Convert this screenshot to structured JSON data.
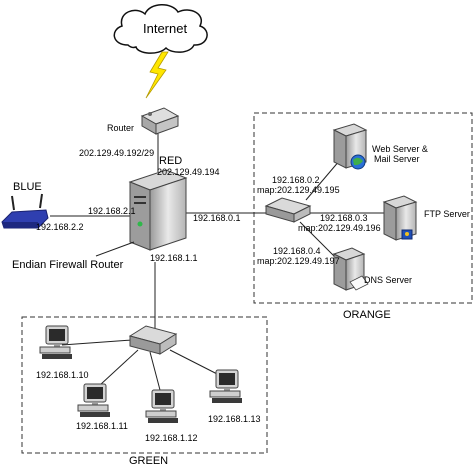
{
  "internet": {
    "label": "Internet"
  },
  "router": {
    "label": "Router",
    "ip": "202.129.49.192/29"
  },
  "firewall": {
    "label": "Endian Firewall Router",
    "red_label": "RED",
    "red_ip": "202.129.49.194",
    "blue_ip": "192.168.2.1",
    "orange_ip": "192.168.0.1",
    "green_ip": "192.168.1.1"
  },
  "blue": {
    "label": "BLUE",
    "ap_ip": "192.168.2.2"
  },
  "orange": {
    "label": "ORANGE",
    "web_server": {
      "label_line1": "Web Server &",
      "label_line2": "Mail Server",
      "ip": "192.168.0.2",
      "map": "map:202.129.49.195"
    },
    "ftp_server": {
      "label": "FTP Server",
      "ip": "192.168.0.3",
      "map": "map:202.129.49.196"
    },
    "dns_server": {
      "label": "DNS Server",
      "ip": "192.168.0.4",
      "map": "map:202.129.49.197"
    }
  },
  "green": {
    "label": "GREEN",
    "hosts": [
      "192.168.1.10",
      "192.168.1.11",
      "192.168.1.12",
      "192.168.1.13"
    ]
  }
}
